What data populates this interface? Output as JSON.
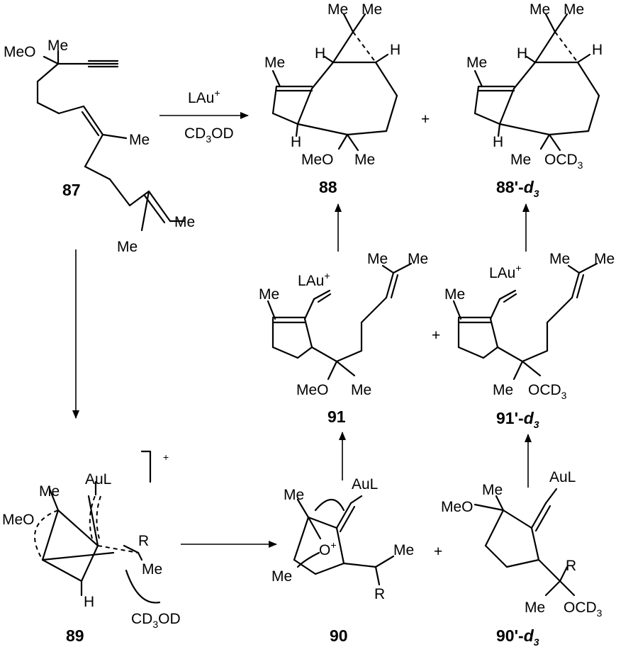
{
  "compounds": {
    "c87": "87",
    "c88": "88",
    "c88d": "88'-",
    "c89": "89",
    "c90": "90",
    "c90d": "90'-",
    "c91": "91",
    "c91d": "91'-",
    "d3": "d",
    "d3sub": "3"
  },
  "reagents": {
    "catalyst": "LAu",
    "catalyst_charge": "+",
    "solvent_main": "CD",
    "solvent_sub": "3",
    "solvent_tail": "OD"
  },
  "groups": {
    "me": "Me",
    "meo": "MeO",
    "h": "H",
    "r": "R",
    "aul": "AuL",
    "lau": "LAu",
    "ocd": "OCD",
    "sub3": "3",
    "plus": "+",
    "oplus": "O",
    "charge": "+"
  }
}
